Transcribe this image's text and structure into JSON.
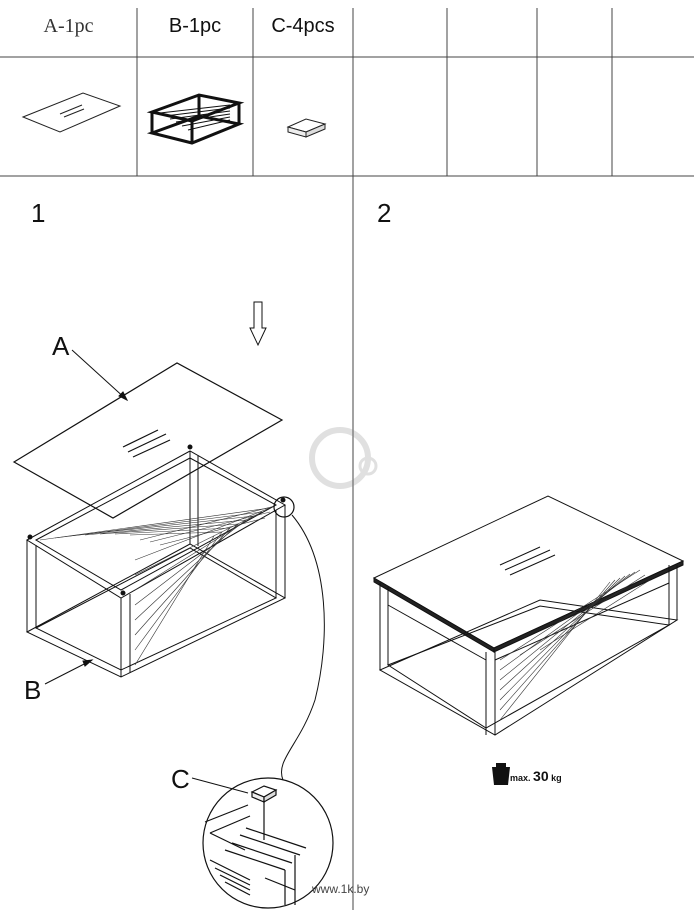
{
  "parts": [
    {
      "label": "A-1pc"
    },
    {
      "label": "B-1pc"
    },
    {
      "label": "C-4pcs"
    }
  ],
  "steps": [
    {
      "number": "1"
    },
    {
      "number": "2"
    }
  ],
  "callouts": {
    "a": "A",
    "b": "B",
    "c": "C"
  },
  "max_load": {
    "prefix": "max.",
    "value": "30",
    "unit": "kg"
  },
  "watermark": "www.1k.by",
  "colors": {
    "line": "#111111",
    "panel_divider": "#444444"
  }
}
